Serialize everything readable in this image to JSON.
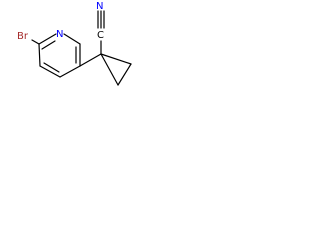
{
  "molecule": {
    "atoms": {
      "bromine": {
        "label": "Br",
        "color": "#a52a2a"
      },
      "pyridine_nitrogen": {
        "label": "N",
        "color": "#0000ff"
      },
      "nitrile_carbon": {
        "label": "C",
        "color": "#000000"
      },
      "nitrile_nitrogen": {
        "label": "N",
        "color": "#0000ff"
      }
    },
    "bond_color": "#000000"
  }
}
